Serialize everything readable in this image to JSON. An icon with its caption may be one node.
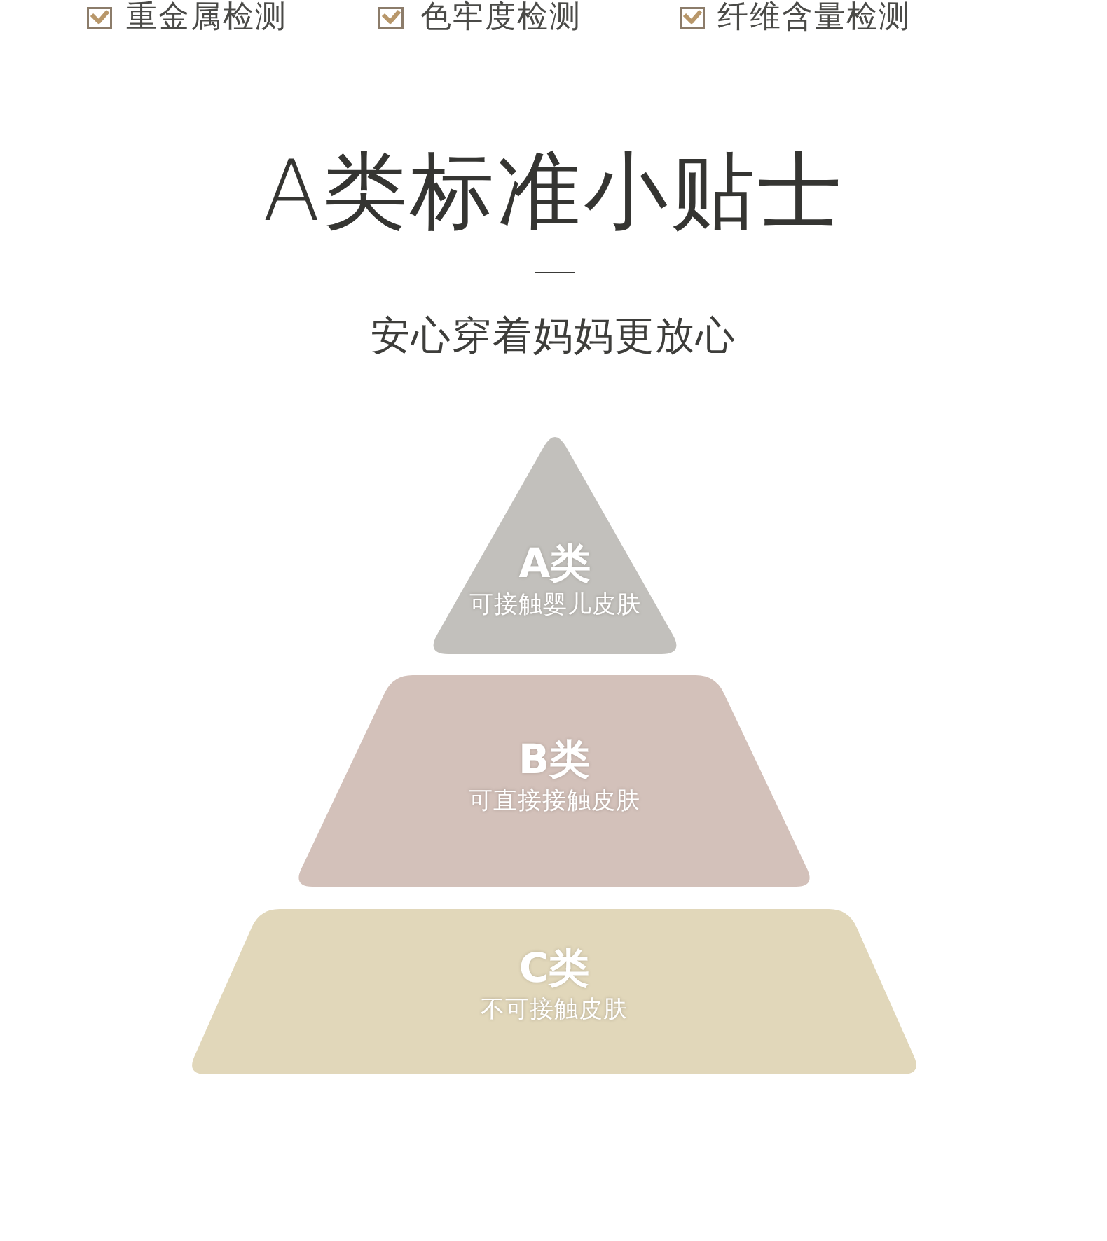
{
  "diagram": {
    "title": "A类标准小贴士",
    "nodes": [
      {
        "text": [
          "A类",
          "可接触婴儿皮肤"
        ]
      },
      {
        "text": [
          "B类",
          "可直接接触皮肤"
        ]
      },
      {
        "text": [
          "C类",
          "不可接触皮肤"
        ]
      }
    ],
    "labels": [
      "重金属检测",
      "色牢度检测",
      "纤维含量检测",
      "安心穿着妈妈更放心"
    ]
  }
}
